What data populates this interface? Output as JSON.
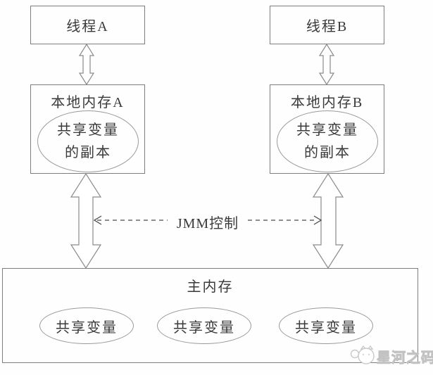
{
  "diagram": {
    "threads": [
      {
        "label": "线程A"
      },
      {
        "label": "线程B"
      }
    ],
    "local_memories": [
      {
        "label": "本地内存A",
        "copy_line1": "共享变量",
        "copy_line2": "的副本"
      },
      {
        "label": "本地内存B",
        "copy_line1": "共享变量",
        "copy_line2": "的副本"
      }
    ],
    "jmm_control_label": "JMM控制",
    "main_memory": {
      "label": "主内存",
      "shared_vars": [
        "共享变量",
        "共享变量",
        "共享变量"
      ]
    },
    "watermark": {
      "text": "星河之码"
    },
    "colors": {
      "box_border": "#7d7d7d",
      "ellipse_border": "#9a9a9a",
      "arrow_outline": "#8a8a8a",
      "dashed_line": "#4a4a4a",
      "text": "#3a3a3a",
      "watermark": "#c2c2c2",
      "background": "#fefefe"
    }
  }
}
